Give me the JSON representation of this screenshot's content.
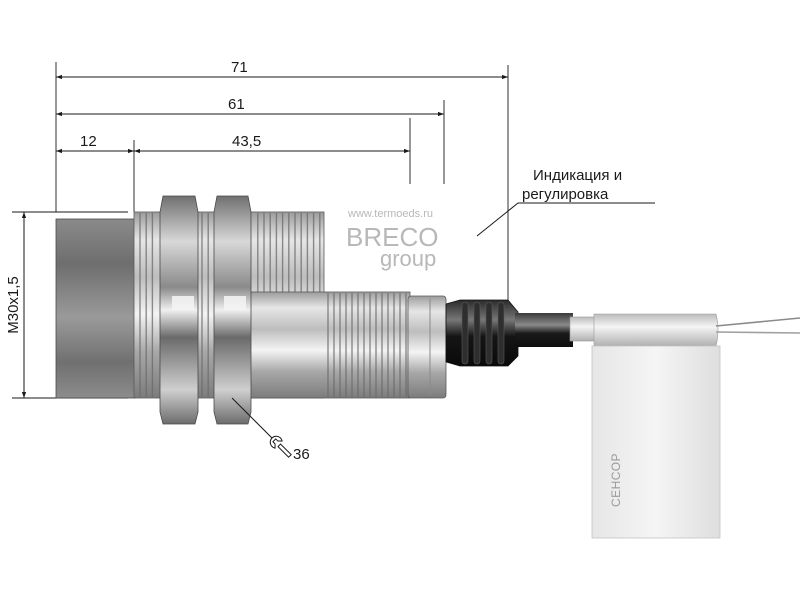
{
  "dimensions": {
    "overall_length": "71",
    "threaded_length": "61",
    "head_length": "12",
    "thread_to_rear": "43,5",
    "thread_spec": "M30x1,5",
    "wrench_size": "36"
  },
  "callout": {
    "line1": "Индикация и",
    "line2": "регулировка"
  },
  "watermark": {
    "url": "www.termoeds.ru",
    "brand_top": "BRECO",
    "brand_bottom": "group"
  },
  "cable_tag": {
    "text": "СЕНСОР"
  },
  "colors": {
    "line": "#1a1a1a",
    "metal_dark": "#6f6f6f",
    "metal_light": "#f2f2f2",
    "cable": "#1c1c1c",
    "watermark": "#b8b8b8"
  },
  "icons": {
    "wrench": "wrench-icon"
  }
}
